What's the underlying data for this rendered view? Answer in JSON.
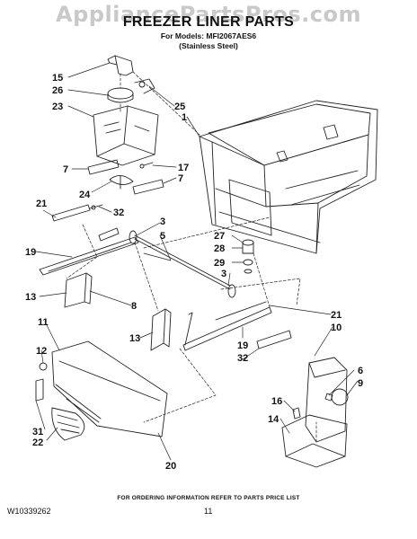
{
  "watermark": "AppliancePartsPros.com",
  "header": {
    "title": "FREEZER LINER PARTS",
    "models": "For Models: MFI2067AES6",
    "variant": "(Stainless Steel)"
  },
  "callouts": [
    "15",
    "26",
    "23",
    "25",
    "1",
    "7",
    "17",
    "7",
    "24",
    "21",
    "32",
    "3",
    "5",
    "19",
    "27",
    "28",
    "29",
    "3",
    "13",
    "8",
    "13",
    "21",
    "10",
    "19",
    "32",
    "11",
    "12",
    "6",
    "9",
    "16",
    "14",
    "31",
    "22",
    "20"
  ],
  "footer": {
    "ordering_info": "FOR ORDERING INFORMATION REFER TO PARTS PRICE LIST",
    "doc_number": "W10339262",
    "page_number": "11"
  }
}
